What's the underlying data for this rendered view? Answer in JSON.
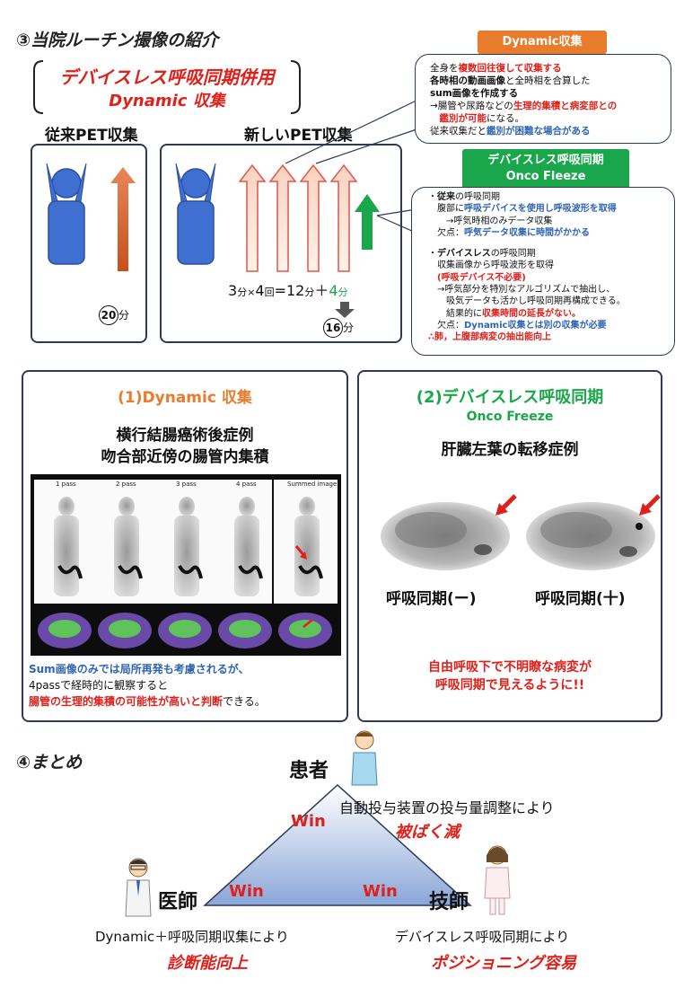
{
  "section3": {
    "title": "③当院ルーチン撮像の紹介"
  },
  "top": {
    "heading_line1": "デバイスレス呼吸同期併用",
    "heading_line2": "Dynamic 収集",
    "old_label": "従来PET収集",
    "new_label": "新しいPET収集",
    "old_time": "20",
    "old_unit": "分",
    "formula": {
      "a": "3",
      "a_unit": "分",
      "times": "×",
      "b": "4",
      "b_unit": "回",
      "eq": "=12",
      "eq_unit": "分",
      "plus": "＋",
      "c": "4",
      "c_unit": "分"
    },
    "new_time": "16",
    "new_unit": "分"
  },
  "dynamic_callout": {
    "tag": "Dynamic収集",
    "lines": [
      [
        {
          "t": "全身を"
        },
        {
          "t": "複数回往復して収集する",
          "c": "red"
        }
      ],
      [
        {
          "t": "各時相の動画画像",
          "c": "b"
        },
        {
          "t": "と全時相を合算した"
        }
      ],
      [
        {
          "t": "sum画像を作成する",
          "c": "b"
        }
      ],
      [
        {
          "t": "→腸管や尿路などの"
        },
        {
          "t": "生理的集積と病変部との",
          "c": "red"
        }
      ],
      [
        {
          "t": "　鑑別が可能",
          "c": "red"
        },
        {
          "t": "になる。"
        }
      ],
      [
        {
          "t": "従来収集だと"
        },
        {
          "t": "鑑別が困難な場合がある",
          "c": "blue"
        }
      ]
    ]
  },
  "freeze_callout": {
    "tag_line1": "デバイスレス呼吸同期",
    "tag_line2": "Onco Fleeze",
    "lines": [
      [
        {
          "t": "・"
        },
        {
          "t": "従来",
          "c": "b"
        },
        {
          "t": "の呼吸同期"
        }
      ],
      [
        {
          "t": "　腹部に"
        },
        {
          "t": "呼吸デバイスを使用し呼吸波形を取得",
          "c": "blue"
        }
      ],
      [
        {
          "t": "　　→呼気時相のみデータ収集"
        }
      ],
      [
        {
          "t": "　欠点："
        },
        {
          "t": "呼気データ収集に時間がかかる",
          "c": "blue"
        }
      ],
      [
        {
          "t": ""
        }
      ],
      [
        {
          "t": "・"
        },
        {
          "t": "デバイスレス",
          "c": "b"
        },
        {
          "t": "の呼吸同期"
        }
      ],
      [
        {
          "t": "　収集画像から呼吸波形を取得"
        }
      ],
      [
        {
          "t": "　(",
          "c": "red"
        },
        {
          "t": "呼吸デバイス不必要",
          "c": "red"
        },
        {
          "t": ")",
          "c": "red"
        }
      ],
      [
        {
          "t": "　→呼気部分を特別なアルゴリズムで抽出し、"
        }
      ],
      [
        {
          "t": "　　吸気データも活かし呼吸同期再構成できる。"
        }
      ],
      [
        {
          "t": "　　結果的に"
        },
        {
          "t": "収集時間の延長がない。",
          "c": "red"
        }
      ],
      [
        {
          "t": "　欠点："
        },
        {
          "t": "Dynamic収集とは別の収集が必要",
          "c": "blue"
        }
      ],
      [
        {
          "t": "∴",
          "c": "red"
        },
        {
          "t": "肺，上腹部病変の抽出能向上",
          "c": "red"
        }
      ]
    ]
  },
  "panel1": {
    "title": "(1)Dynamic 収集",
    "subtitle1": "横行結腸癌術後症例",
    "subtitle2": "吻合部近傍の腸管内集積",
    "image_labels": [
      "1 pass",
      "2 pass",
      "3 pass",
      "4 pass",
      "Summed image"
    ],
    "caption_lines": [
      [
        {
          "t": "Sum画像のみでは局所再発も考慮されるが、",
          "c": "blue"
        }
      ],
      [
        {
          "t": "4passで経時的に観察すると"
        }
      ],
      [
        {
          "t": "腸管の生理的集積の可能性が高いと判断",
          "c": "red"
        },
        {
          "t": "できる。"
        }
      ]
    ]
  },
  "panel2": {
    "title": "(2)デバイスレス呼吸同期",
    "subtitle": "Onco Freeze",
    "case": "肝臓左葉の転移症例",
    "label_minus": "呼吸同期(ー)",
    "label_plus": "呼吸同期(十)",
    "caption1": "自由呼吸下で不明瞭な病変が",
    "caption2": "呼吸同期で見えるように!!"
  },
  "section4": {
    "title": "④まとめ",
    "patient": "患者",
    "patient_desc": "自動投与装置の投与量調整により",
    "patient_result": "被ばく減",
    "doctor": "医師",
    "doctor_desc": "Dynamic＋呼吸同期収集により",
    "doctor_result": "診断能向上",
    "tech": "技師",
    "tech_desc": "デバイスレス呼吸同期により",
    "tech_result": "ポジショニング容易",
    "win": "Win"
  },
  "colors": {
    "dynamic_tag": "#e97c2c",
    "freeze_tag": "#1aa64a",
    "person": "#3f6fd0",
    "red_text": "#e0201a",
    "blue_text": "#2f64b5",
    "green_text": "#1aa64a",
    "orange_text": "#e97c2c"
  }
}
